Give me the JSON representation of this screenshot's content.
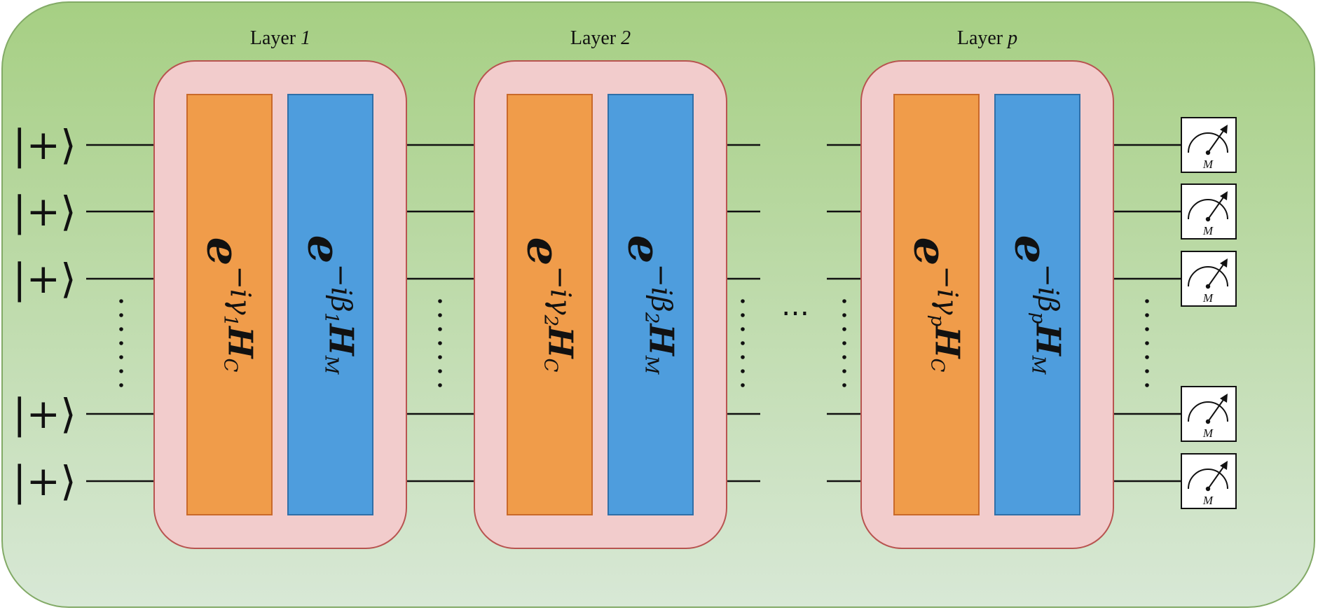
{
  "colors": {
    "background_top": "#a6cf83",
    "background_bottom": "#d8e8d6",
    "background_border": "#82aa66",
    "layer_fill": "#f2cccc",
    "layer_border": "#b85450",
    "cost_gate": "#f09c4a",
    "cost_gate_border": "#c9692a",
    "mixer_gate": "#4e9ddd",
    "mixer_gate_border": "#2f6fa8",
    "wire": "#111111"
  },
  "qubits": [
    {
      "ket": "|+⟩"
    },
    {
      "ket": "|+⟩"
    },
    {
      "ket": "|+⟩"
    },
    {
      "ket": "|+⟩"
    },
    {
      "ket": "|+⟩"
    }
  ],
  "layers": [
    {
      "title_prefix": "Layer ",
      "title_index": "1",
      "cost_gate": {
        "base": "e",
        "exp": "−iγ",
        "sub": "1",
        "op": "H",
        "op_sub": "C"
      },
      "mixer_gate": {
        "base": "e",
        "exp": "−iβ",
        "sub": "1",
        "op": "H",
        "op_sub": "M"
      }
    },
    {
      "title_prefix": "Layer ",
      "title_index": "2",
      "cost_gate": {
        "base": "e",
        "exp": "−iγ",
        "sub": "2",
        "op": "H",
        "op_sub": "C"
      },
      "mixer_gate": {
        "base": "e",
        "exp": "−iβ",
        "sub": "2",
        "op": "H",
        "op_sub": "M"
      }
    },
    {
      "title_prefix": "Layer ",
      "title_index": "p",
      "cost_gate": {
        "base": "e",
        "exp": "−iγ",
        "sub": "p",
        "op": "H",
        "op_sub": "C"
      },
      "mixer_gate": {
        "base": "e",
        "exp": "−iβ",
        "sub": "p",
        "op": "H",
        "op_sub": "M"
      }
    }
  ],
  "between_layers_ellipsis": "…",
  "measurement_label": "M",
  "measurement_icon": "meter-icon"
}
